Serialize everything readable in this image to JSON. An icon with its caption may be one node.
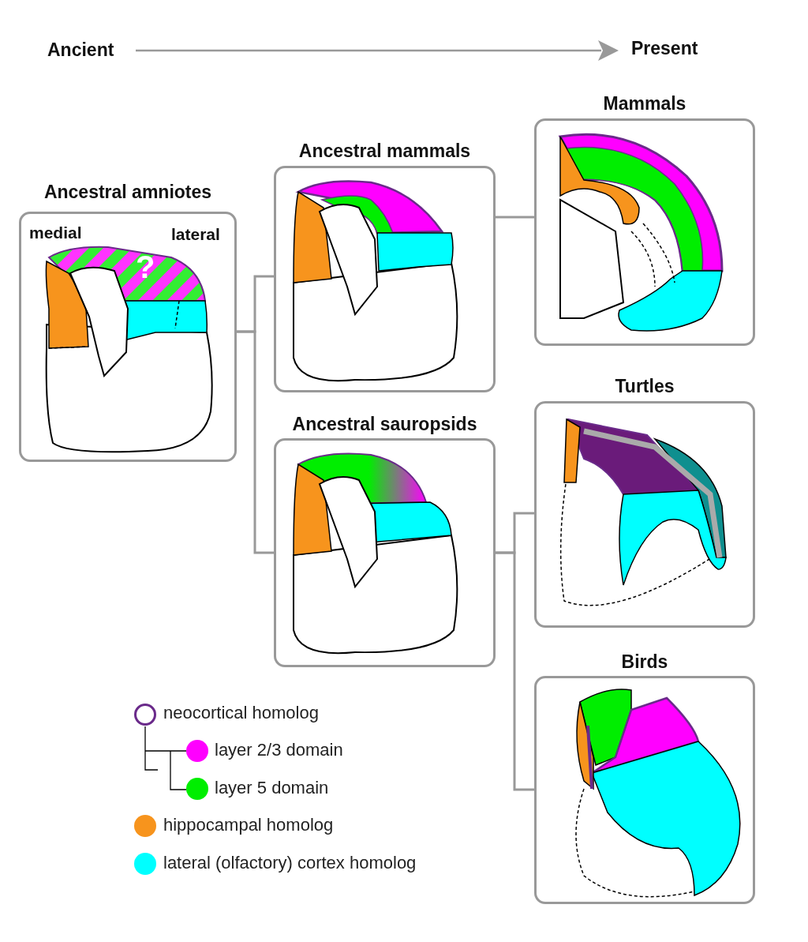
{
  "diagram": {
    "nodes": [
      {
        "text": [
          "Ancestral amniotes",
          "medial",
          "lateral",
          "?"
        ]
      },
      {
        "text": [
          "Ancestral mammals"
        ]
      },
      {
        "text": [
          "Ancestral sauropsids"
        ]
      },
      {
        "text": [
          "Mammals"
        ]
      },
      {
        "text": [
          "Turtles"
        ]
      },
      {
        "text": [
          "Birds"
        ]
      },
      {
        "text": [
          "Ancient"
        ]
      },
      {
        "text": [
          "Present"
        ]
      }
    ],
    "edges": [
      {
        "from": 6,
        "to": 7,
        "arrow": "to",
        "color": "#999999"
      },
      {
        "from": 0,
        "to": 1,
        "arrow": "none"
      },
      {
        "from": 0,
        "to": 2,
        "arrow": "none"
      },
      {
        "from": 1,
        "to": 3,
        "arrow": "none"
      },
      {
        "from": 2,
        "to": 4,
        "arrow": "none"
      },
      {
        "from": 2,
        "to": 5,
        "arrow": "none"
      }
    ],
    "legend": [
      {
        "text": "neocortical homolog"
      },
      {
        "text": "layer 2/3 domain",
        "color": "#ff00ff"
      },
      {
        "text": "layer 5 domain",
        "color": "#00ee00"
      },
      {
        "text": "hippocampal homolog",
        "color": "#f7941d"
      },
      {
        "text": "lateral (olfactory) cortex homolog",
        "color": "#00ffff"
      }
    ]
  }
}
